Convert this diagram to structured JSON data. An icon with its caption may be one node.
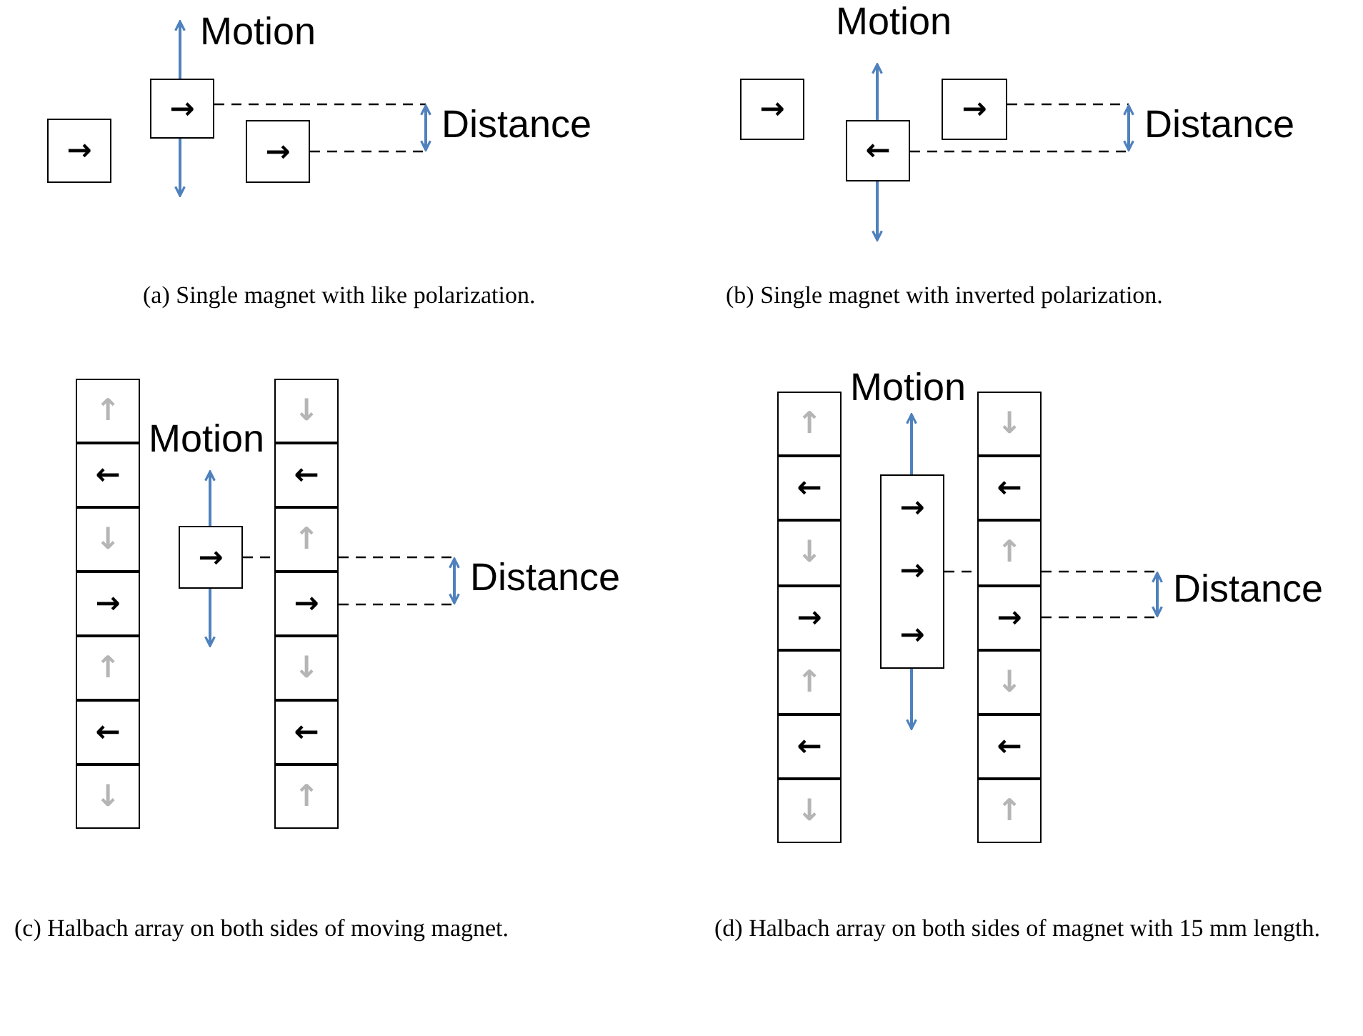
{
  "diagram": {
    "nodes": [
      {
        "text": [
          "→"
        ]
      },
      {
        "text": [
          "→"
        ]
      },
      {
        "text": [
          "→"
        ]
      },
      {
        "text": [
          "→"
        ]
      },
      {
        "text": [
          "←"
        ]
      },
      {
        "text": [
          "→"
        ]
      },
      {
        "text": [
          "↑"
        ]
      },
      {
        "text": [
          "←"
        ]
      },
      {
        "text": [
          "↓"
        ]
      },
      {
        "text": [
          "→"
        ]
      },
      {
        "text": [
          "↑"
        ]
      },
      {
        "text": [
          "←"
        ]
      },
      {
        "text": [
          "↓"
        ]
      },
      {
        "text": [
          "→"
        ]
      },
      {
        "text": [
          "↓"
        ]
      },
      {
        "text": [
          "←"
        ]
      },
      {
        "text": [
          "↑"
        ]
      },
      {
        "text": [
          "→"
        ]
      },
      {
        "text": [
          "↓"
        ]
      },
      {
        "text": [
          "←"
        ]
      },
      {
        "text": [
          "↑"
        ]
      },
      {
        "text": [
          "↑"
        ]
      },
      {
        "text": [
          "←"
        ]
      },
      {
        "text": [
          "↓"
        ]
      },
      {
        "text": [
          "→"
        ]
      },
      {
        "text": [
          "↑"
        ]
      },
      {
        "text": [
          "←"
        ]
      },
      {
        "text": [
          "↓"
        ]
      },
      {
        "text": [
          "→",
          "→",
          "→"
        ]
      },
      {
        "text": [
          "↓"
        ]
      },
      {
        "text": [
          "←"
        ]
      },
      {
        "text": [
          "↑"
        ]
      },
      {
        "text": [
          "→"
        ]
      },
      {
        "text": [
          "↓"
        ]
      },
      {
        "text": [
          "←"
        ]
      },
      {
        "text": [
          "↑"
        ]
      }
    ],
    "labels": [
      "Motion",
      "Distance",
      "(a) Single magnet with like polarization.",
      "Motion",
      "Distance",
      "(b) Single magnet with inverted polarization.",
      "Motion",
      "Distance",
      "(c) Halbach array on both sides of moving magnet.",
      "Motion",
      "Distance",
      "(d) Halbach array on both sides of magnet with 15 mm length."
    ]
  }
}
